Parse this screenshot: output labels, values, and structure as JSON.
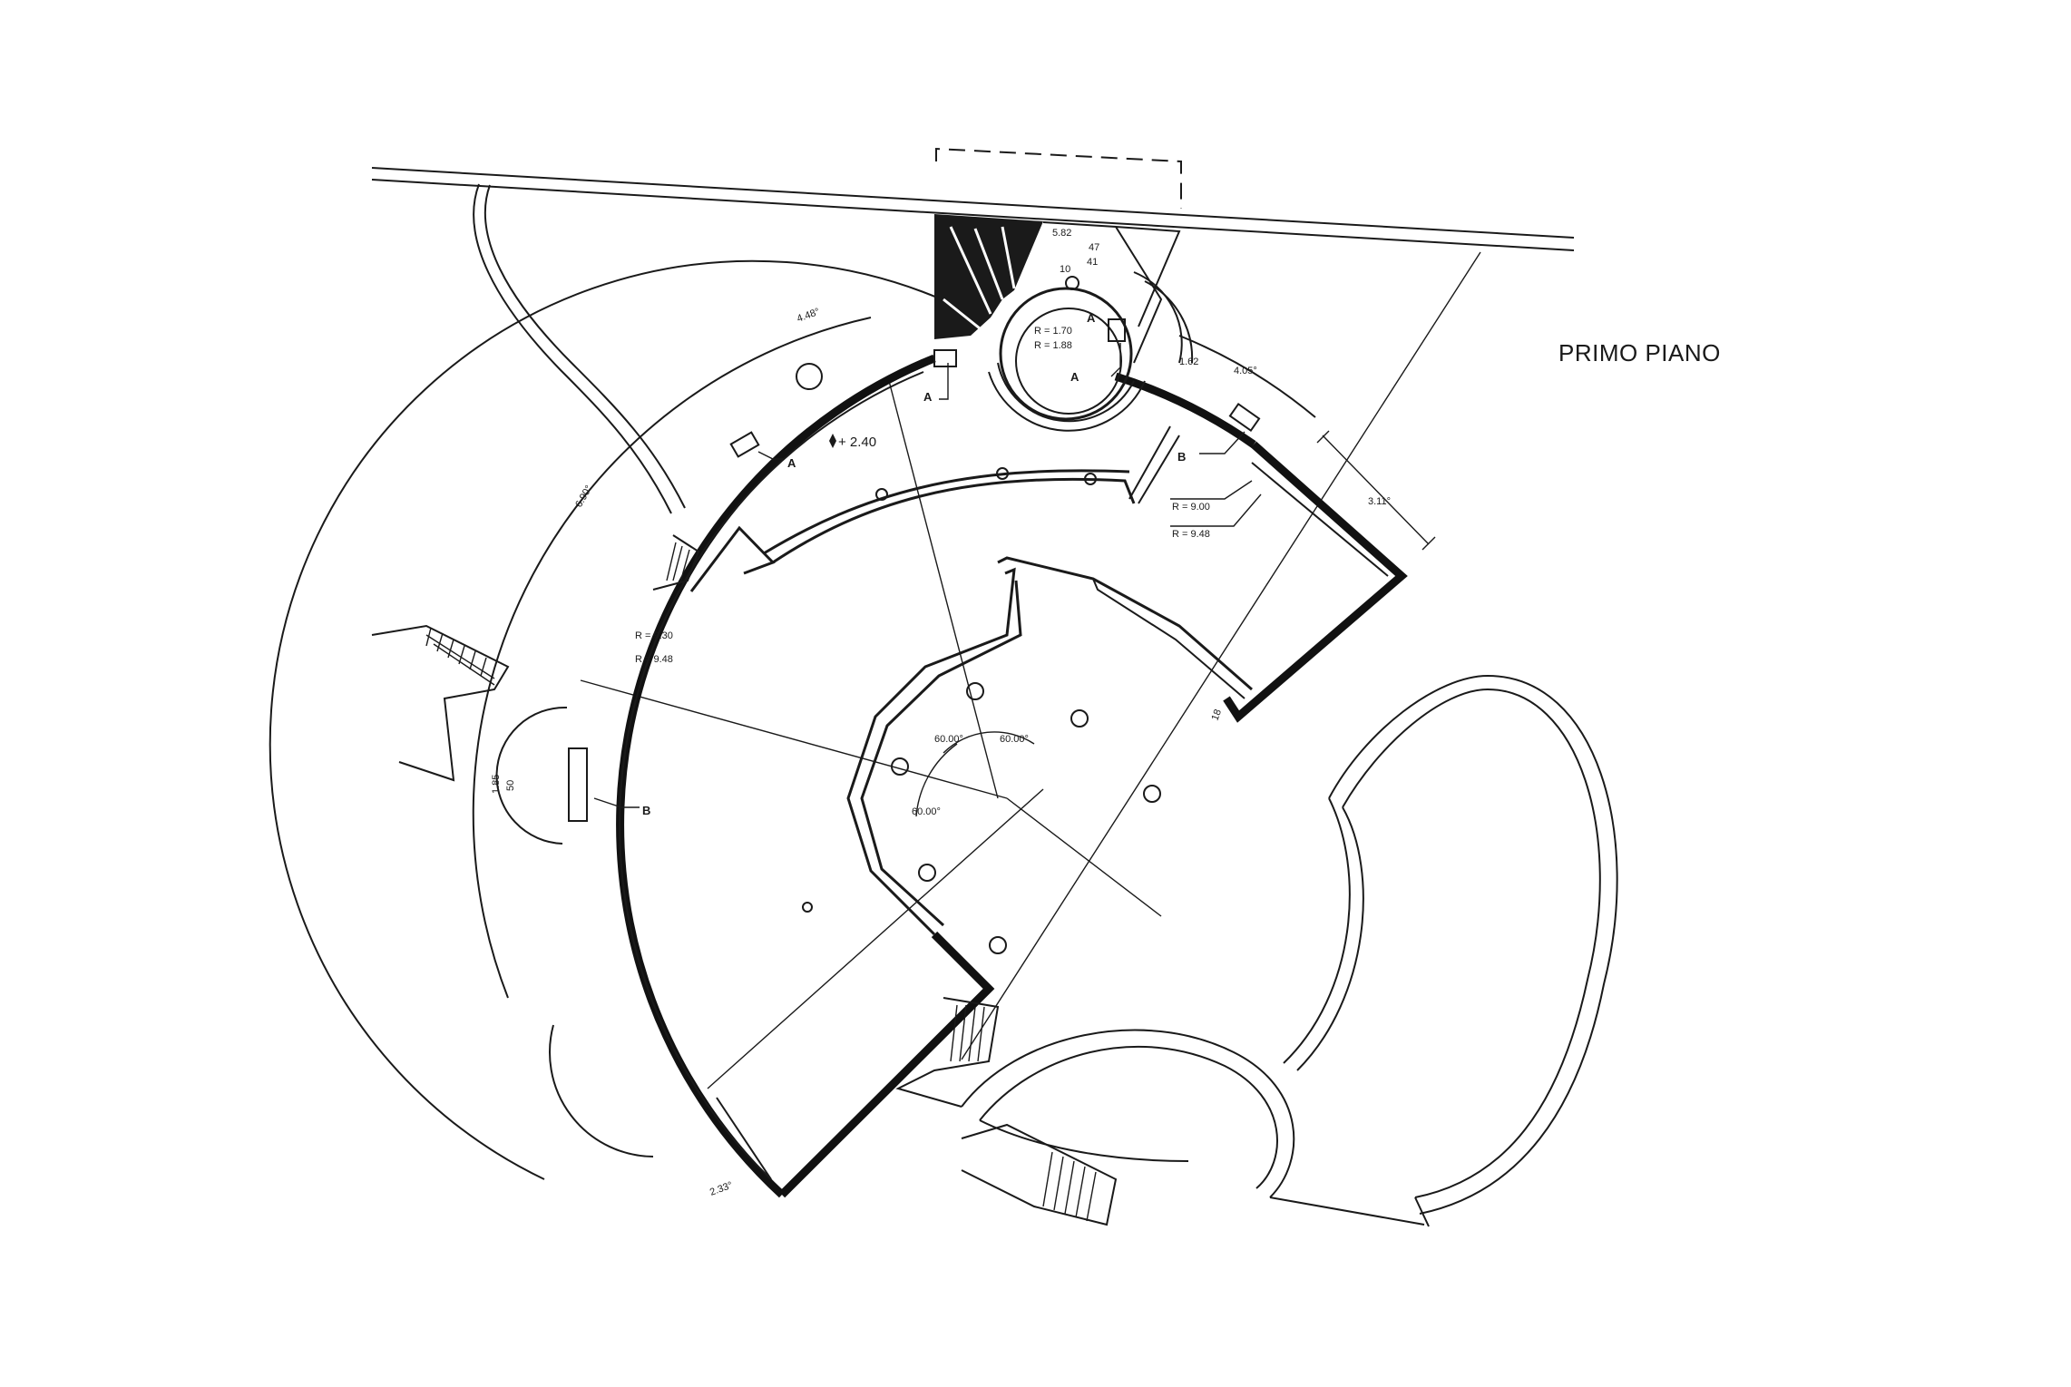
{
  "title": "PRIMO PIANO",
  "labels": {
    "elevation": "+ 2.40",
    "door_a": "A",
    "door_b": "B",
    "r_170": "R = 1.70",
    "r_188": "R = 1.88",
    "r_900": "R = 9.00",
    "r_948_right": "R = 9.48",
    "r_930": "R = 9.30",
    "r_948_left": "R = 9.48",
    "angle_1": "60.00°",
    "angle_2": "60.00°",
    "angle_3": "60.00°",
    "dim_582": "5.82",
    "dim_47": "47",
    "dim_41": "41",
    "dim_10": "10",
    "dim_162": "1.62",
    "dim_405": "4.05°",
    "dim_311": "3.11°",
    "dim_448": "4.48°",
    "dim_690": "6.90°",
    "dim_185": "1.85",
    "dim_50": "50",
    "dim_233": "2.33°",
    "dim_18": "18"
  }
}
